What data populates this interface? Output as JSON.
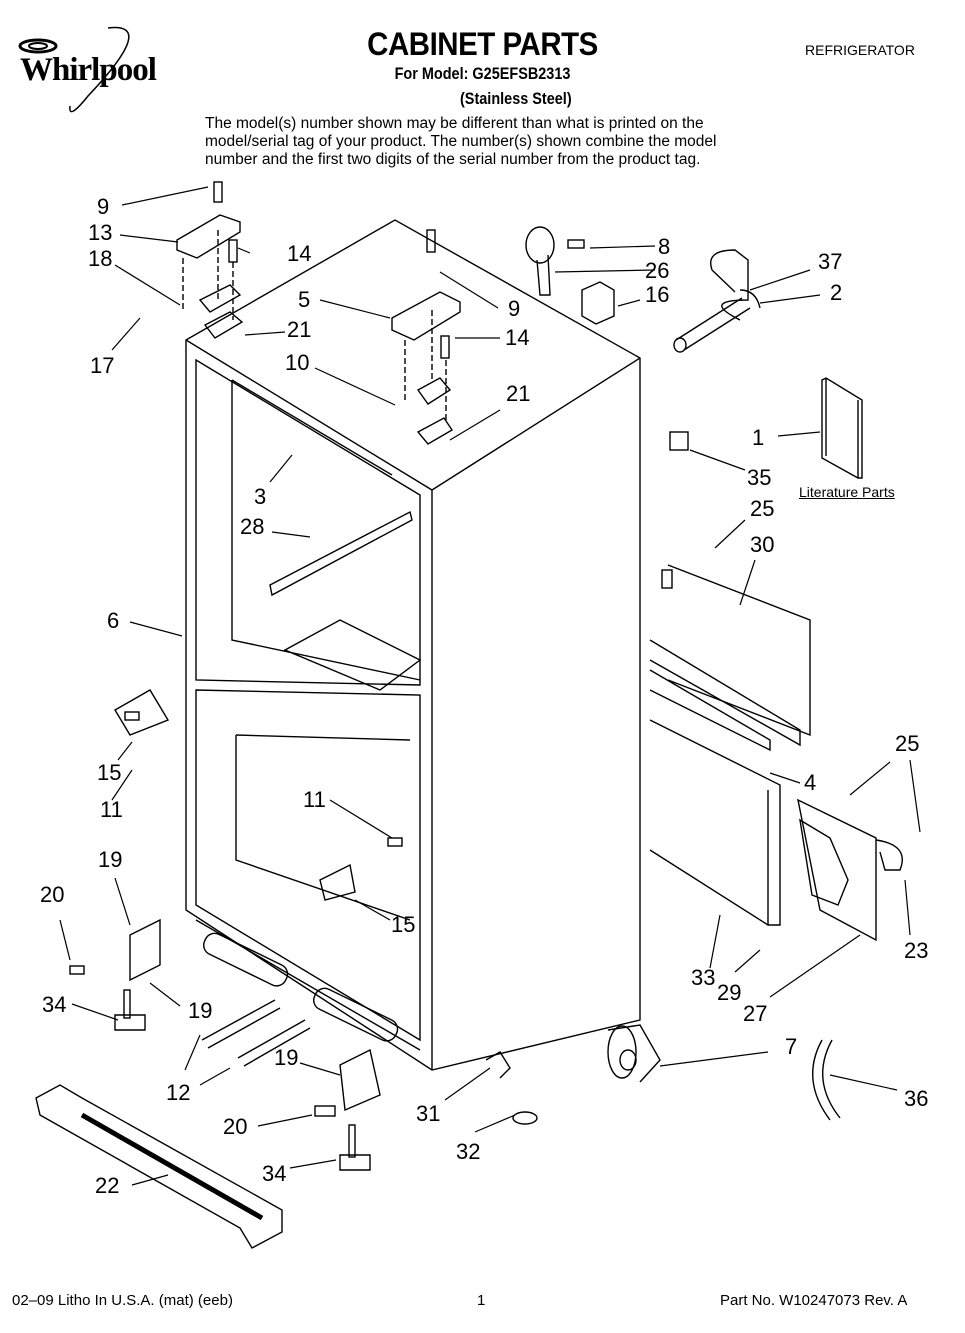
{
  "header": {
    "brand": "Whirlpool",
    "title": "CABINET PARTS",
    "model_line": "For Model: G25EFSB2313",
    "variant": "(Stainless Steel)",
    "category": "REFRIGERATOR",
    "note": "The model(s) number shown may be different than what is printed on the model/serial tag of your product. The number(s) shown combine the model number and the first two digits of the serial number from the product tag."
  },
  "diagram": {
    "literature_label": "Literature Parts",
    "callouts": [
      {
        "id": "c9a",
        "text": "9"
      },
      {
        "id": "c13",
        "text": "13"
      },
      {
        "id": "c18",
        "text": "18"
      },
      {
        "id": "c14a",
        "text": "14"
      },
      {
        "id": "c17",
        "text": "17"
      },
      {
        "id": "c5",
        "text": "5"
      },
      {
        "id": "c21a",
        "text": "21"
      },
      {
        "id": "c9b",
        "text": "9"
      },
      {
        "id": "c14b",
        "text": "14"
      },
      {
        "id": "c10",
        "text": "10"
      },
      {
        "id": "c21b",
        "text": "21"
      },
      {
        "id": "c8",
        "text": "8"
      },
      {
        "id": "c26",
        "text": "26"
      },
      {
        "id": "c16",
        "text": "16"
      },
      {
        "id": "c37",
        "text": "37"
      },
      {
        "id": "c2",
        "text": "2"
      },
      {
        "id": "c1",
        "text": "1"
      },
      {
        "id": "c35",
        "text": "35"
      },
      {
        "id": "c25a",
        "text": "25"
      },
      {
        "id": "c30",
        "text": "30"
      },
      {
        "id": "c3",
        "text": "3"
      },
      {
        "id": "c28",
        "text": "28"
      },
      {
        "id": "c6",
        "text": "6"
      },
      {
        "id": "c15a",
        "text": "15"
      },
      {
        "id": "c11a",
        "text": "11"
      },
      {
        "id": "c11b",
        "text": "11"
      },
      {
        "id": "c15b",
        "text": "15"
      },
      {
        "id": "c25b",
        "text": "25"
      },
      {
        "id": "c4",
        "text": "4"
      },
      {
        "id": "c23",
        "text": "23"
      },
      {
        "id": "c33",
        "text": "33"
      },
      {
        "id": "c29",
        "text": "29"
      },
      {
        "id": "c27",
        "text": "27"
      },
      {
        "id": "c19a",
        "text": "19"
      },
      {
        "id": "c20a",
        "text": "20"
      },
      {
        "id": "c34a",
        "text": "34"
      },
      {
        "id": "c19b",
        "text": "19"
      },
      {
        "id": "c12",
        "text": "12"
      },
      {
        "id": "c19c",
        "text": "19"
      },
      {
        "id": "c20b",
        "text": "20"
      },
      {
        "id": "c34b",
        "text": "34"
      },
      {
        "id": "c22",
        "text": "22"
      },
      {
        "id": "c7",
        "text": "7"
      },
      {
        "id": "c31",
        "text": "31"
      },
      {
        "id": "c32",
        "text": "32"
      },
      {
        "id": "c36",
        "text": "36"
      }
    ]
  },
  "footer": {
    "left": "02–09 Litho In U.S.A. (mat) (eeb)",
    "page": "1",
    "part_no": "Part No. W10247073 Rev. A"
  }
}
